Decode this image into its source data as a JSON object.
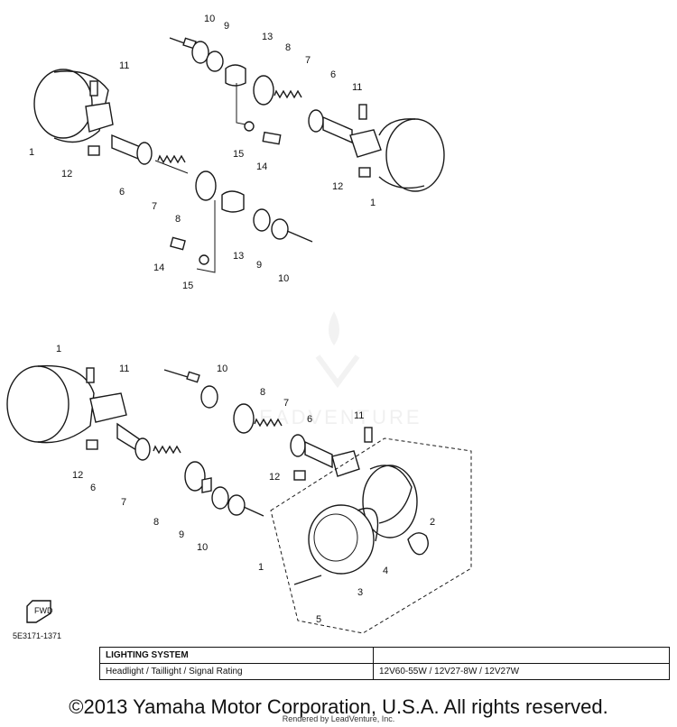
{
  "watermark": "LEADVENTURE",
  "diagram_code": "5E3171-1371",
  "fwd_label": "FWD",
  "callouts": {
    "top_left": [
      "1",
      "12",
      "11",
      "6",
      "7",
      "8",
      "13",
      "9",
      "10",
      "14",
      "15"
    ],
    "top_right": [
      "10",
      "9",
      "13",
      "8",
      "7",
      "6",
      "11",
      "15",
      "14",
      "12",
      "1"
    ],
    "bottom_left": [
      "1",
      "11",
      "12",
      "6",
      "7",
      "8",
      "9",
      "10"
    ],
    "bottom_right": [
      "10",
      "8",
      "7",
      "6",
      "11",
      "12",
      "2",
      "4",
      "3",
      "1",
      "5"
    ]
  },
  "table": {
    "header": "LIGHTING SYSTEM",
    "row_label": "Headlight / Taillight / Signal Rating",
    "row_value": "12V60-55W / 12V27-8W / 12V27W"
  },
  "copyright": "©2013 Yamaha Motor Corporation, U.S.A. All rights reserved.",
  "rendered_by": "Rendered by LeadVenture, Inc."
}
